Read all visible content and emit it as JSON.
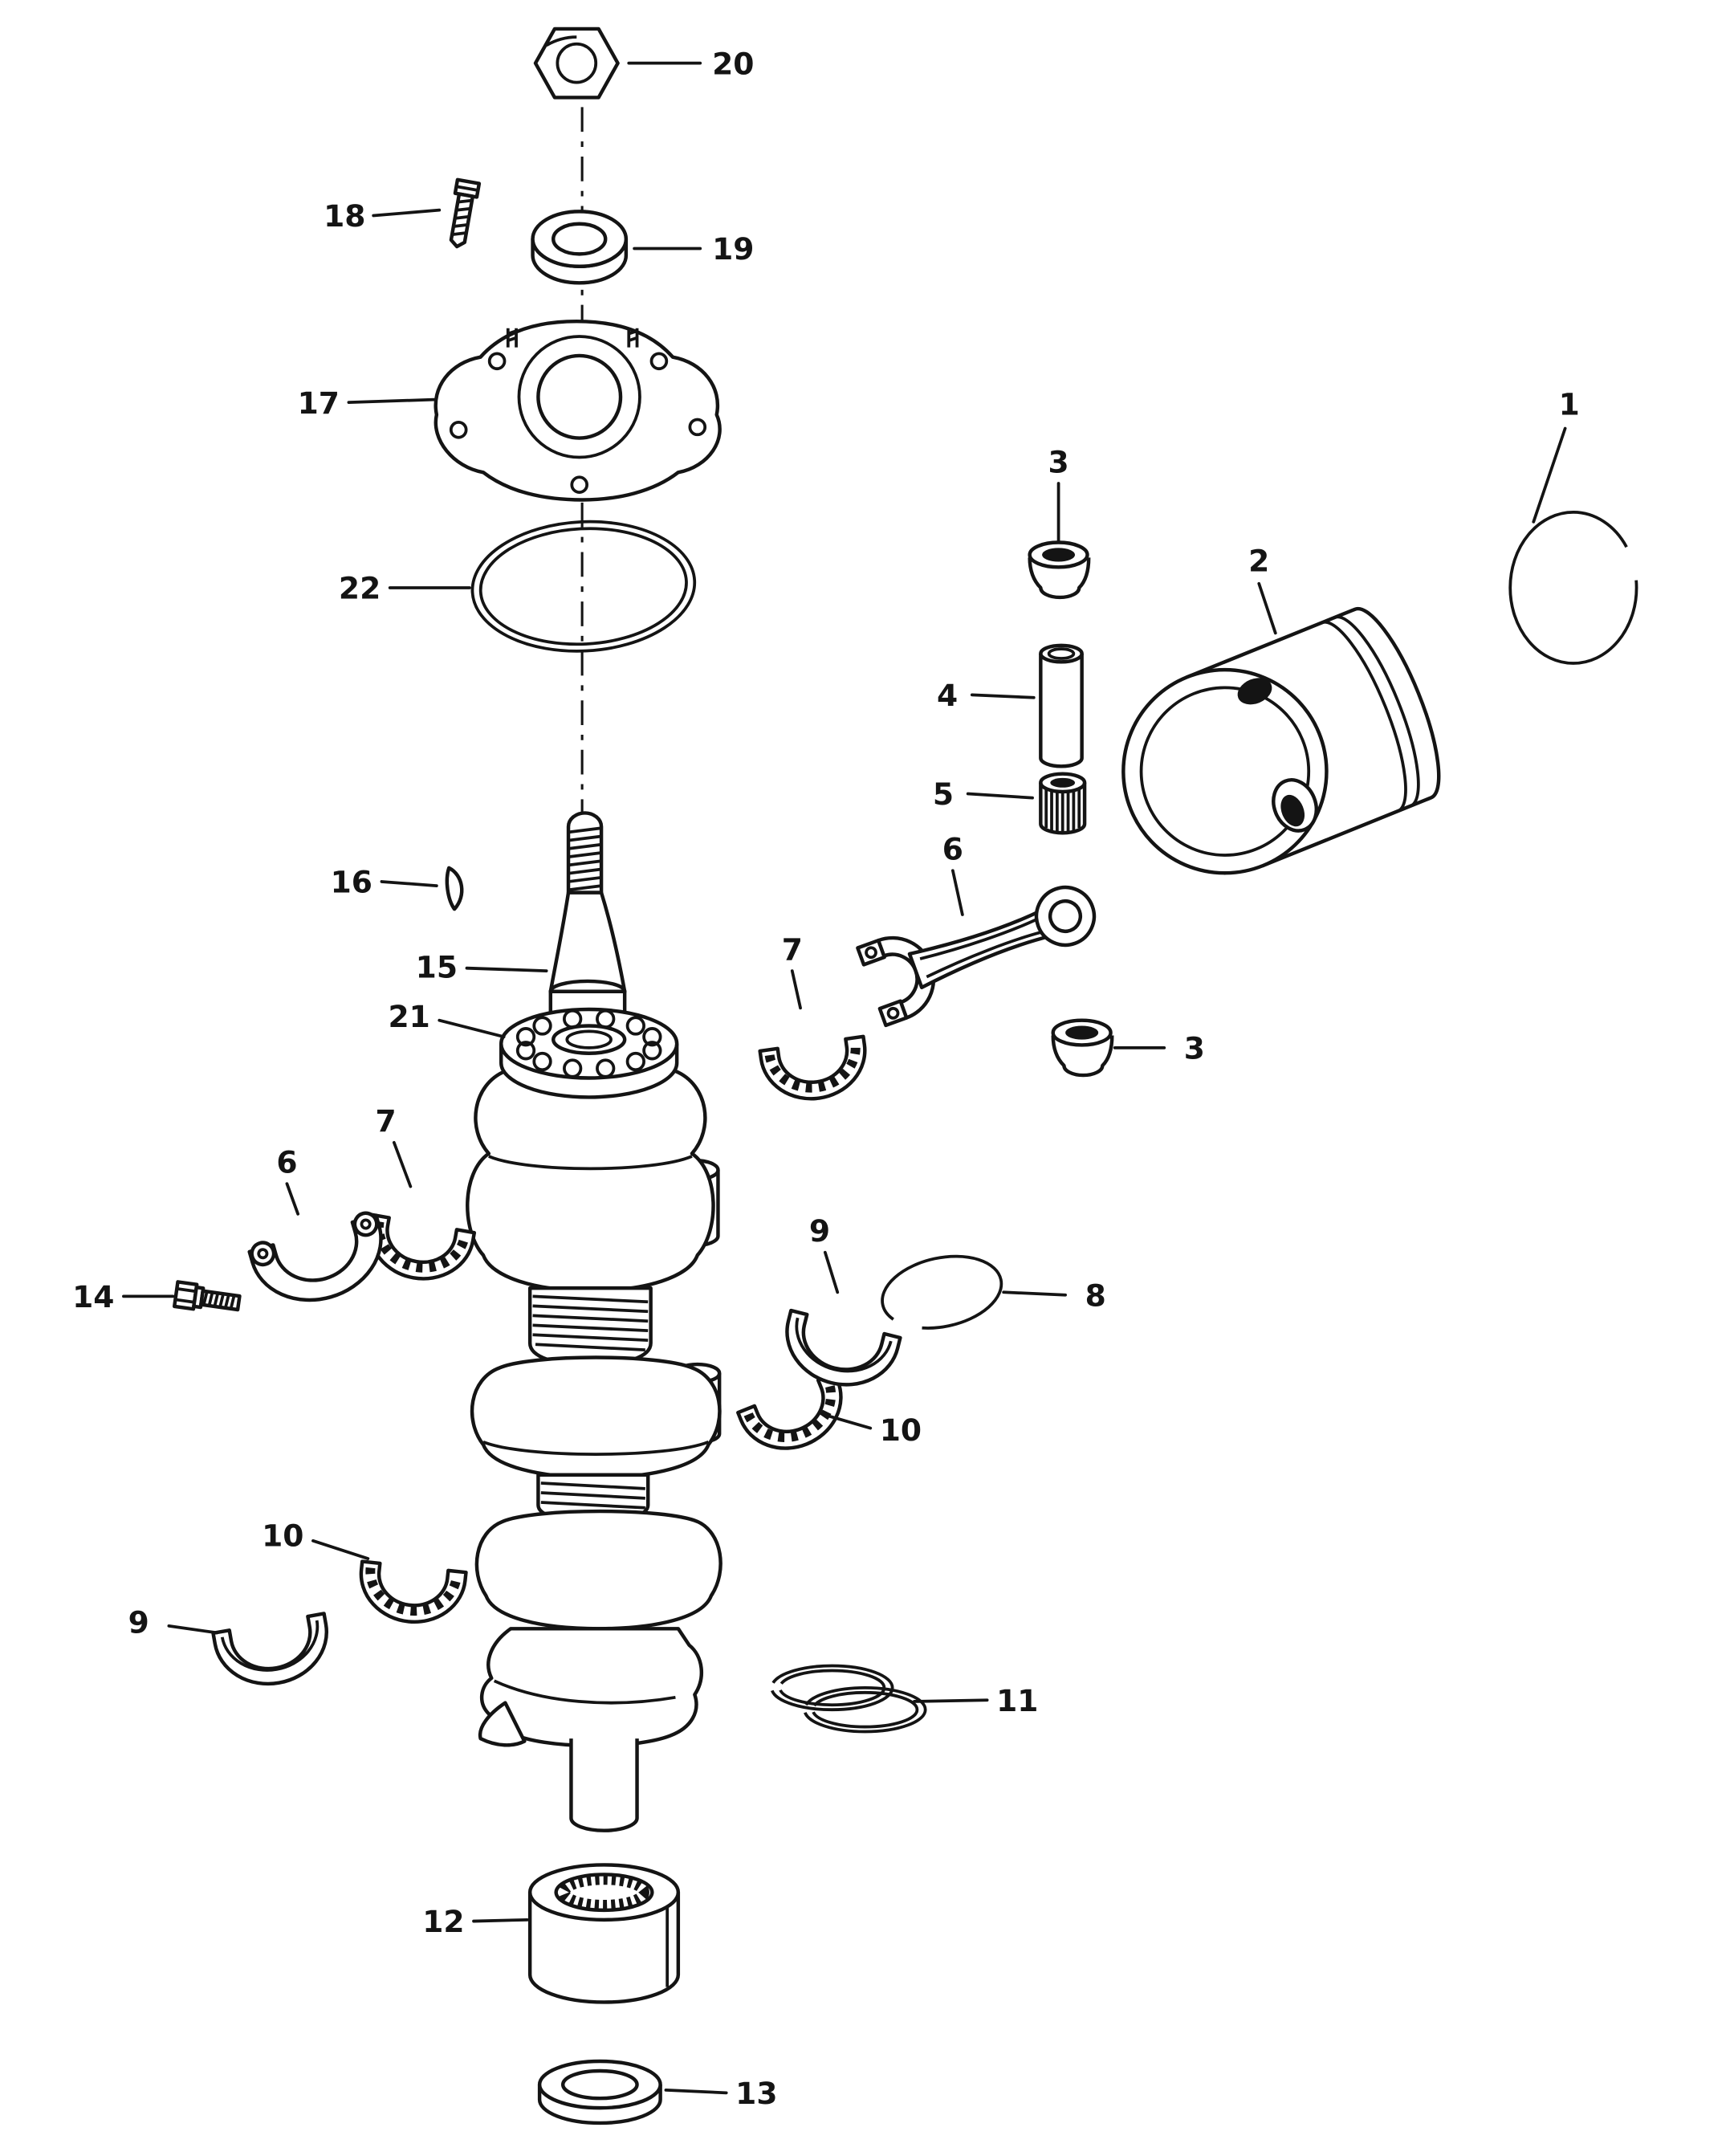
{
  "colors": {
    "ink": "#141414",
    "background": "#ffffff"
  },
  "callouts": [
    {
      "part": "crankshaft-nut",
      "label": "20"
    },
    {
      "part": "end-cap-screw",
      "label": "18"
    },
    {
      "part": "upper-collar",
      "label": "19"
    },
    {
      "part": "upper-end-cap",
      "label": "17"
    },
    {
      "part": "o-ring",
      "label": "22"
    },
    {
      "part": "retaining-clip",
      "label": "1"
    },
    {
      "part": "wrist-pin-cap-upper",
      "label": "3"
    },
    {
      "part": "piston",
      "label": "2"
    },
    {
      "part": "wrist-pin",
      "label": "4"
    },
    {
      "part": "pin-bearing-cage",
      "label": "5"
    },
    {
      "part": "connecting-rod",
      "label": "6"
    },
    {
      "part": "half-moon-key",
      "label": "16"
    },
    {
      "part": "crankshaft",
      "label": "15"
    },
    {
      "part": "main-ball-bearing",
      "label": "21"
    },
    {
      "part": "rod-bearing-half-upper",
      "label": "7"
    },
    {
      "part": "wrist-pin-cap-lower",
      "label": "3"
    },
    {
      "part": "rod-cap",
      "label": "6"
    },
    {
      "part": "rod-bearing-half-left",
      "label": "7"
    },
    {
      "part": "rod-cap-bolt",
      "label": "14"
    },
    {
      "part": "main-bearing-shell-right",
      "label": "9"
    },
    {
      "part": "retaining-ring",
      "label": "8"
    },
    {
      "part": "center-bearing-half-right",
      "label": "10"
    },
    {
      "part": "center-bearing-half-left",
      "label": "10"
    },
    {
      "part": "main-bearing-shell-left",
      "label": "9"
    },
    {
      "part": "sealing-rings",
      "label": "11"
    },
    {
      "part": "lower-needle-bearing",
      "label": "12"
    },
    {
      "part": "lower-seal-ring",
      "label": "13"
    }
  ]
}
